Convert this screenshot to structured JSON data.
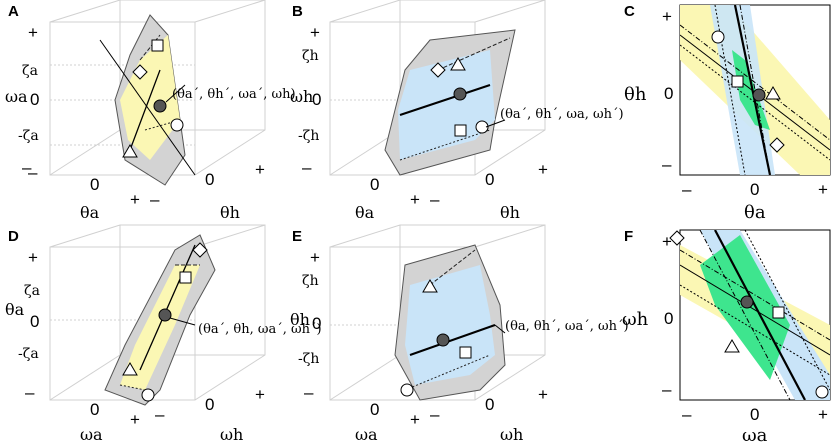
{
  "panels": {
    "A": {
      "letter": "A",
      "vertical_ticks": [
        "ζa",
        "0",
        "-ζa"
      ],
      "vertical_label": "ωa",
      "depth_label": "θa",
      "horizontal_label": "θh",
      "point_label": "(θa΄, θh΄, ωa΄, ωh)",
      "plane_color": "#fbf7b4"
    },
    "B": {
      "letter": "B",
      "vertical_ticks": [
        "ζh",
        "0",
        "-ζh"
      ],
      "vertical_label": "ωh",
      "depth_label": "θa",
      "horizontal_label": "θh",
      "point_label": "(θa΄, θh΄, ωa, ωh΄)",
      "plane_color": "#c9e4f8"
    },
    "C": {
      "letter": "C",
      "x_label": "θa",
      "y_label": "θh",
      "y_zero": "0",
      "x_zero": "0"
    },
    "D": {
      "letter": "D",
      "vertical_ticks": [
        "ζa",
        "0",
        "-ζa"
      ],
      "vertical_label": "θa",
      "depth_label": "ωa",
      "horizontal_label": "ωh",
      "point_label": "(θa΄, θh, ωa΄, ωh΄)",
      "plane_color": "#fbf7b4"
    },
    "E": {
      "letter": "E",
      "vertical_ticks": [
        "ζh",
        "0",
        "-ζh"
      ],
      "vertical_label": "θh",
      "depth_label": "ωa",
      "horizontal_label": "ωh",
      "point_label": "(θa, θh΄, ωa΄, ωh΄)",
      "plane_color": "#c9e4f8"
    },
    "F": {
      "letter": "F",
      "x_label": "ωa",
      "y_label": "ωh",
      "y_zero": "0",
      "x_zero": "0"
    }
  },
  "signs": {
    "plus": "+",
    "minus": "–",
    "zero": "0"
  },
  "colors": {
    "yellow": "#fbf7b4",
    "blue": "#c9e4f8",
    "green": "#3ee58e",
    "gray": "#d3d3d3",
    "dot": "#555555"
  }
}
